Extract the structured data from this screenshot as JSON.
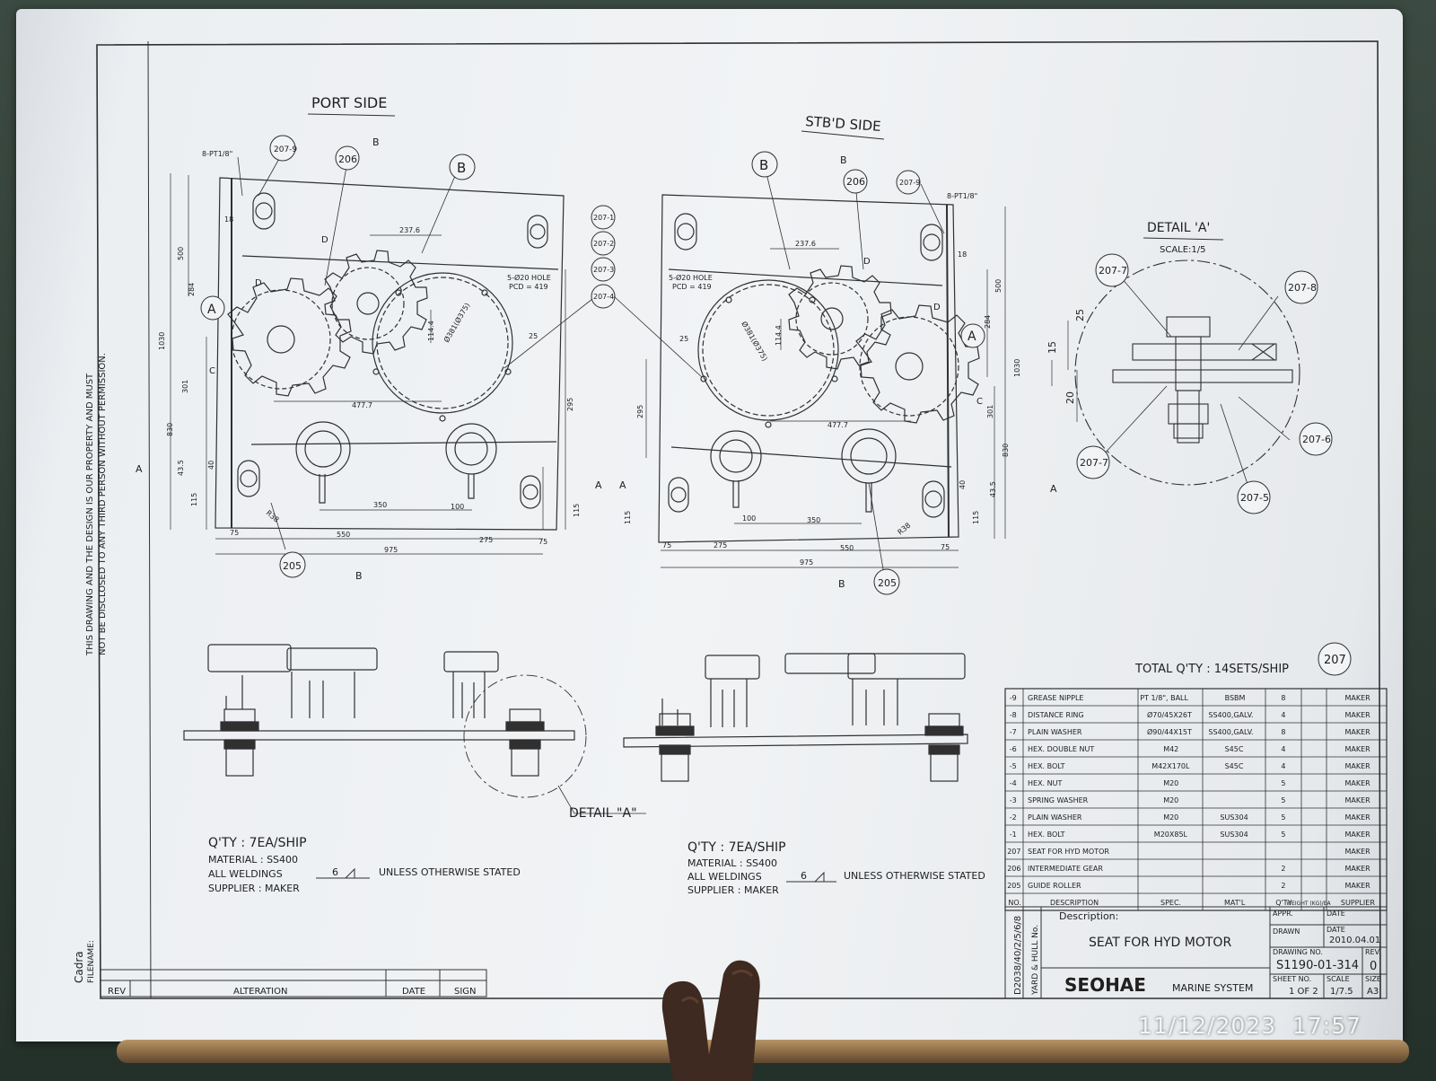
{
  "views": {
    "port_title": "PORT SIDE",
    "stbd_title": "STB'D SIDE",
    "detail_a_title": "DETAIL 'A'",
    "detail_a_scale": "SCALE:1/5",
    "detail_a_callout": "DETAIL \"A\"",
    "section_b": "B",
    "section_a": "A",
    "section_c": "C",
    "section_d": "D"
  },
  "port": {
    "balloons": [
      "207-9",
      "206",
      "B",
      "A",
      "205"
    ],
    "callouts": {
      "pipe_thread": "8-PT1/8\"",
      "hole": "5-Ø20 HOLE",
      "pcd": "PCD = 419",
      "dia": "Ø381(Ø375)",
      "radius": "R38"
    },
    "dims_h": [
      "237.6",
      "477.7",
      "350",
      "100",
      "75",
      "550",
      "275",
      "75",
      "975",
      "18",
      "25"
    ],
    "dims_v": [
      "500",
      "284",
      "1030",
      "301",
      "830",
      "43.5",
      "40",
      "115",
      "114.4",
      "295",
      "115"
    ]
  },
  "stbd": {
    "balloons": [
      "B",
      "206",
      "207-9",
      "A",
      "205"
    ],
    "callouts": {
      "pipe_thread": "8-PT1/8\"",
      "hole": "5-Ø20 HOLE",
      "pcd": "PCD = 419",
      "dia": "Ø381(Ø375)",
      "radius": "R38"
    },
    "dims_h": [
      "237.6",
      "477.7",
      "100",
      "350",
      "75",
      "275",
      "550",
      "75",
      "975",
      "18",
      "25"
    ],
    "dims_v": [
      "500",
      "284",
      "1030",
      "301",
      "830",
      "43.5",
      "40",
      "115",
      "114.4",
      "295",
      "115"
    ]
  },
  "center_balloons": [
    "207-1",
    "207-2",
    "207-3",
    "207-4"
  ],
  "detail": {
    "balloons": [
      "207-7",
      "207-8",
      "207-6",
      "207-7",
      "207-5"
    ],
    "dims": [
      "25",
      "15",
      "20"
    ]
  },
  "notes_left": {
    "qty": "Q'TY : 7EA/SHIP",
    "material": "MATERIAL : SS400",
    "weldings": "ALL WELDINGS",
    "weld_size": "6",
    "weld_note": "UNLESS OTHERWISE STATED",
    "supplier": "SUPPLIER : MAKER"
  },
  "notes_right": {
    "qty": "Q'TY : 7EA/SHIP",
    "material": "MATERIAL : SS400",
    "weldings": "ALL WELDINGS",
    "weld_size": "6",
    "weld_note": "UNLESS OTHERWISE STATED",
    "supplier": "SUPPLIER : MAKER"
  },
  "side_note": {
    "line1": "THIS DRAWING AND THE DESIGN IS OUR PROPERTY AND MUST",
    "line2": "NOT BE DISCLOSED TO ANY THIRD PERSON WITHOUT PERMISSION."
  },
  "filename": {
    "label": "FILENAME:",
    "value": "Cadra"
  },
  "rev_strip": {
    "rev": "REV",
    "alteration": "ALTERATION",
    "date": "DATE",
    "sign": "SIGN"
  },
  "total_qty": "TOTAL Q'TY : 14SETS/SHIP",
  "assembly_balloon": "207",
  "bom": {
    "headers": [
      "NO.",
      "DESCRIPTION",
      "SPEC.",
      "MAT'L",
      "Q'TY",
      "WEIGHT (KG)/EA",
      "SUPPLIER"
    ],
    "rows": [
      [
        "-9",
        "GREASE NIPPLE",
        "PT 1/8\", BALL",
        "BSBM",
        "8",
        "",
        "MAKER"
      ],
      [
        "-8",
        "DISTANCE RING",
        "Ø70/45X26T",
        "SS400,GALV.",
        "4",
        "",
        "MAKER"
      ],
      [
        "-7",
        "PLAIN WASHER",
        "Ø90/44X15T",
        "SS400,GALV.",
        "8",
        "",
        "MAKER"
      ],
      [
        "-6",
        "HEX. DOUBLE NUT",
        "M42",
        "S45C",
        "4",
        "",
        "MAKER"
      ],
      [
        "-5",
        "HEX. BOLT",
        "M42X170L",
        "S45C",
        "4",
        "",
        "MAKER"
      ],
      [
        "-4",
        "HEX. NUT",
        "M20",
        "",
        "5",
        "",
        "MAKER"
      ],
      [
        "-3",
        "SPRING WASHER",
        "M20",
        "",
        "5",
        "",
        "MAKER"
      ],
      [
        "-2",
        "PLAIN WASHER",
        "M20",
        "SUS304",
        "5",
        "",
        "MAKER"
      ],
      [
        "-1",
        "HEX. BOLT",
        "M20X85L",
        "SUS304",
        "5",
        "",
        "MAKER"
      ],
      [
        "207",
        "SEAT FOR HYD MOTOR",
        "",
        "",
        "",
        "",
        "MAKER"
      ],
      [
        "206",
        "INTERMEDIATE GEAR",
        "",
        "",
        "2",
        "",
        "MAKER"
      ],
      [
        "205",
        "GUIDE ROLLER",
        "",
        "",
        "2",
        "",
        "MAKER"
      ]
    ]
  },
  "title_block": {
    "yard_hull_label": "YARD & HULL No.",
    "yard_hull_value": "D2038/40/2/5/6/8",
    "description_label": "Description:",
    "description": "SEAT FOR HYD MOTOR",
    "company": "SEOHAE",
    "company_sub": "MARINE SYSTEM",
    "appr_label": "APPR.",
    "date_label": "DATE",
    "drawn_label": "DRAWN",
    "date_value": "2010.04.01",
    "drawing_no_label": "DRAWING NO.",
    "drawing_no": "S1190-01-314",
    "rev_label": "REV.",
    "rev_value": "0",
    "sheet_label": "SHEET NO.",
    "sheet_value": "1 OF 2",
    "scale_label": "SCALE",
    "scale_value": "1/7.5",
    "size_label": "SIZE",
    "size_value": "A3"
  },
  "timestamp": "11/12/2023  17:57",
  "colors": {
    "ink": "#202020",
    "paper": "#eef0f2",
    "mat": "#2f3b35",
    "rod": "#8a6a44"
  }
}
